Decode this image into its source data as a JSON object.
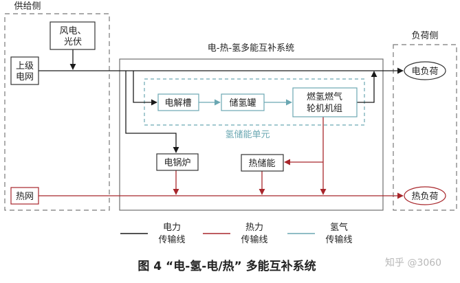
{
  "regions": {
    "supply_side": "供给侧",
    "load_side": "负荷侧"
  },
  "system_title": "电-热-氢多能互补系统",
  "hydrogen_unit_label": "氢储能单元",
  "nodes": {
    "wind_pv": [
      "风电、",
      "光伏"
    ],
    "upper_grid": [
      "上级",
      "电网"
    ],
    "heat_network": "热网",
    "electrolyzer": "电解槽",
    "hydrogen_tank": "储氢罐",
    "fuel_cell_turbine": [
      "燃氢燃气",
      "轮机机组"
    ],
    "electric_boiler": "电锅炉",
    "heat_storage": "热储能",
    "electric_load": "电负荷",
    "heat_load": "热负荷"
  },
  "legend": [
    {
      "label": [
        "电力",
        "传输线"
      ],
      "color": "#1a1a1a"
    },
    {
      "label": [
        "热力",
        "传输线"
      ],
      "color": "#a8262b"
    },
    {
      "label": [
        "氢气",
        "传输线"
      ],
      "color": "#6aa7b2"
    }
  ],
  "caption": "图 4 “电-氢-电/热” 多能互补系统",
  "watermark": "知乎 @3060"
}
